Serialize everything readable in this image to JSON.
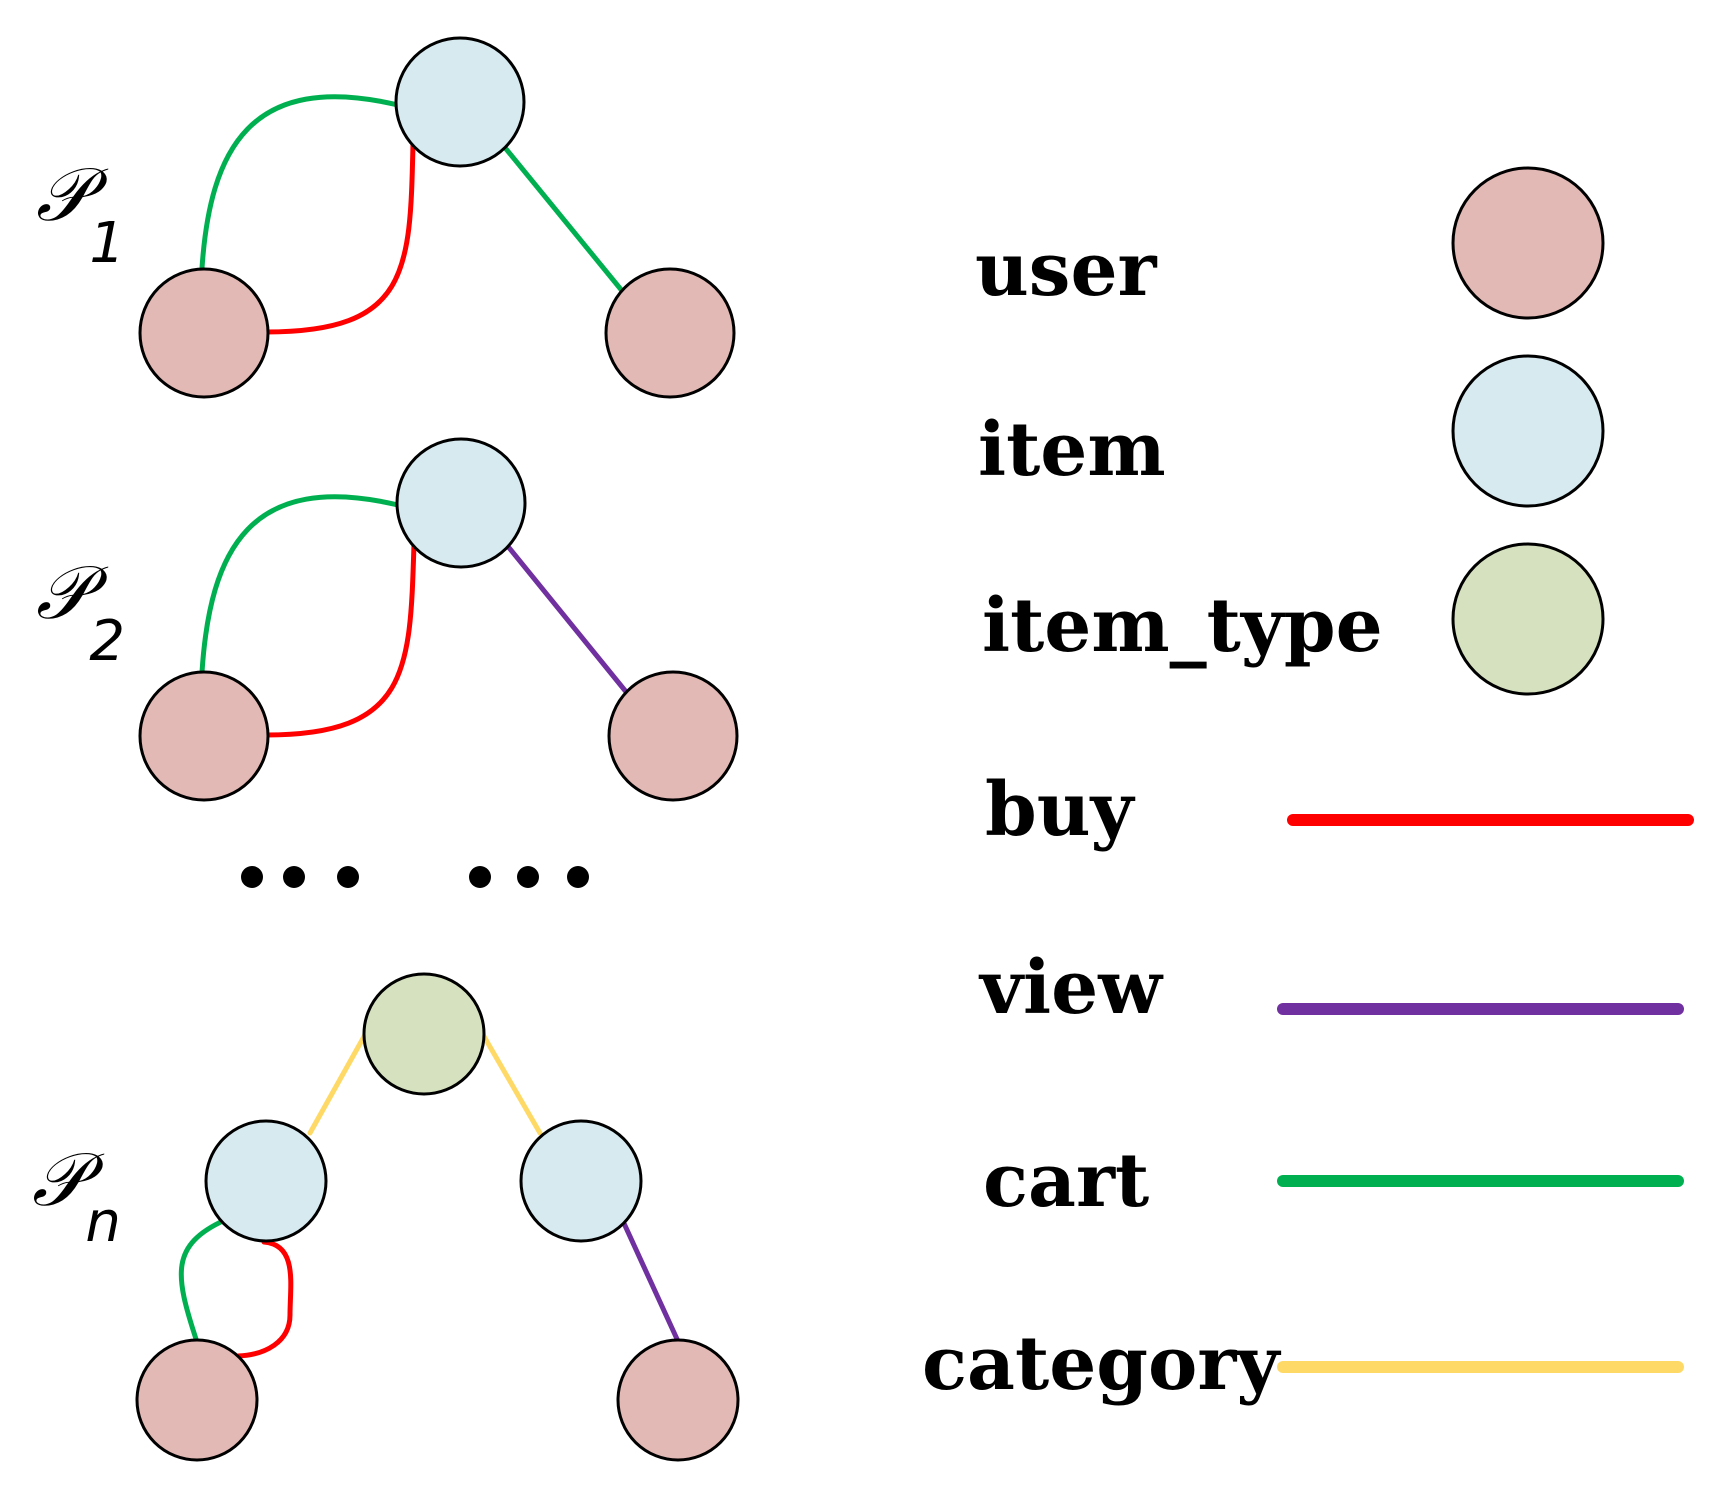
{
  "colors": {
    "user": "#e3b9b5",
    "item": "#d7eaf0",
    "item_type": "#d6e2bf",
    "buy": "#ff0000",
    "view": "#7030a0",
    "cart": "#00b050",
    "category": "#ffd966"
  },
  "patterns": [
    {
      "symbol": "𝒫",
      "subscript": "1"
    },
    {
      "symbol": "𝒫",
      "subscript": "2"
    },
    {
      "symbol": "𝒫",
      "subscript": "n"
    }
  ],
  "legend": {
    "nodes": [
      {
        "key": "user",
        "label": "user"
      },
      {
        "key": "item",
        "label": "item"
      },
      {
        "key": "item_type",
        "label": "item_type"
      }
    ],
    "edges": [
      {
        "key": "buy",
        "label": "buy"
      },
      {
        "key": "view",
        "label": "view"
      },
      {
        "key": "cart",
        "label": "cart"
      },
      {
        "key": "category",
        "label": "category"
      }
    ]
  }
}
